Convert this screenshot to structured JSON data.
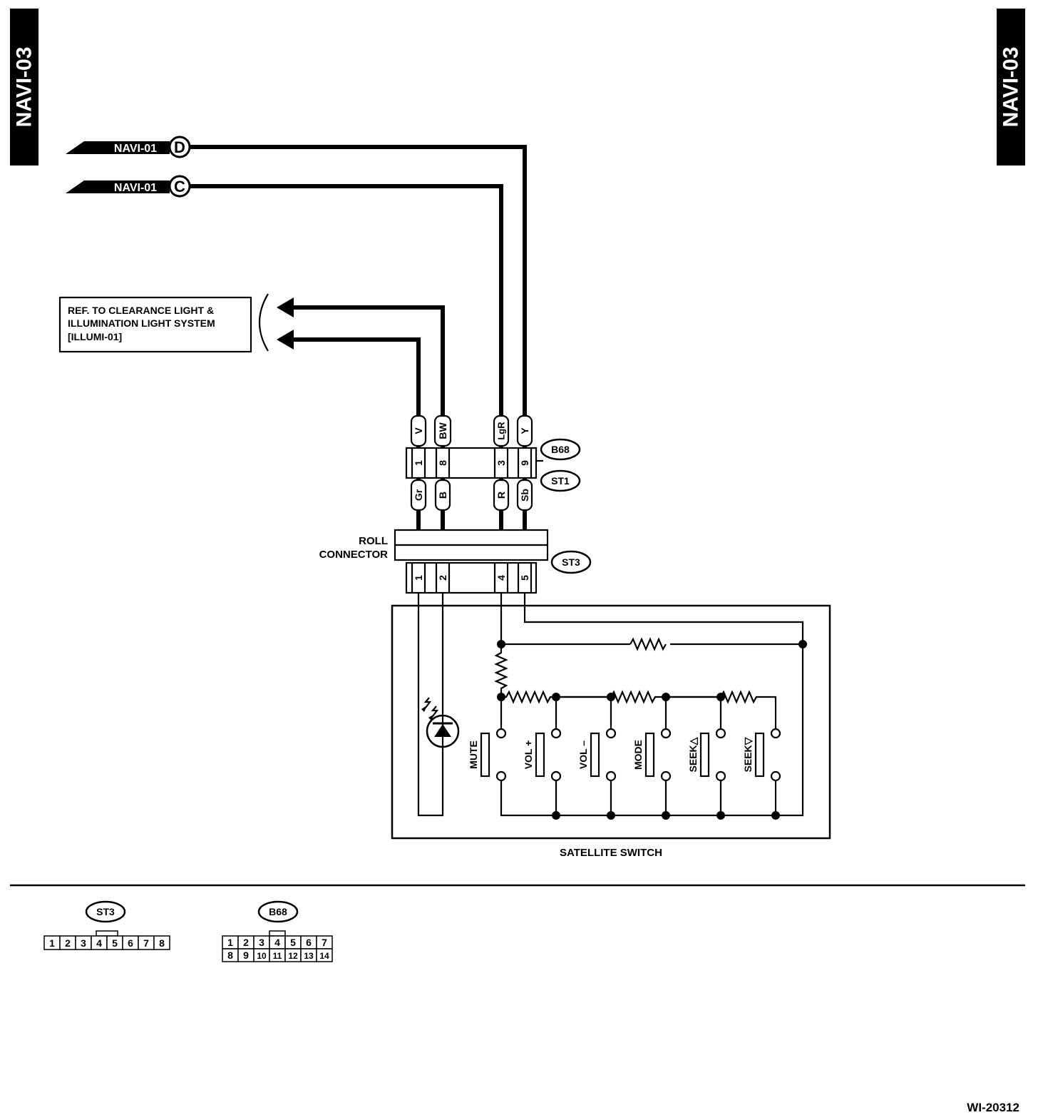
{
  "page": {
    "side_tab_left": "NAVI-03",
    "side_tab_right": "NAVI-03",
    "figure_id": "WI-20312"
  },
  "connectors_in": [
    {
      "ref": "NAVI-01",
      "letter": "D"
    },
    {
      "ref": "NAVI-01",
      "letter": "C"
    }
  ],
  "reference_box": {
    "line1": "REF. TO CLEARANCE LIGHT &",
    "line2": "ILLUMINATION LIGHT SYSTEM",
    "line3": "[ILLUMI-01]"
  },
  "b68_st1": {
    "top_wire_colors": [
      "V",
      "BW",
      "LgR",
      "Y"
    ],
    "pins": [
      "1",
      "8",
      "3",
      "9"
    ],
    "bottom_wire_colors": [
      "Gr",
      "B",
      "R",
      "Sb"
    ],
    "label_top": "B68",
    "label_bottom": "ST1"
  },
  "roll_connector": {
    "label_line1": "ROLL",
    "label_line2": "CONNECTOR",
    "connector_label": "ST3",
    "pins": [
      "1",
      "2",
      "4",
      "5"
    ]
  },
  "satellite_switch": {
    "title": "SATELLITE SWITCH",
    "buttons": [
      "MUTE",
      "VOL +",
      "VOL –",
      "MODE",
      "SEEK△",
      "SEEK▽"
    ]
  },
  "legend": {
    "st3": {
      "label": "ST3",
      "pins": [
        "1",
        "2",
        "3",
        "4",
        "5",
        "6",
        "7",
        "8"
      ]
    },
    "b68": {
      "label": "B68",
      "row1": [
        "1",
        "2",
        "3",
        "4",
        "5",
        "6",
        "7"
      ],
      "row2": [
        "8",
        "9",
        "10",
        "11",
        "12",
        "13",
        "14"
      ]
    }
  }
}
